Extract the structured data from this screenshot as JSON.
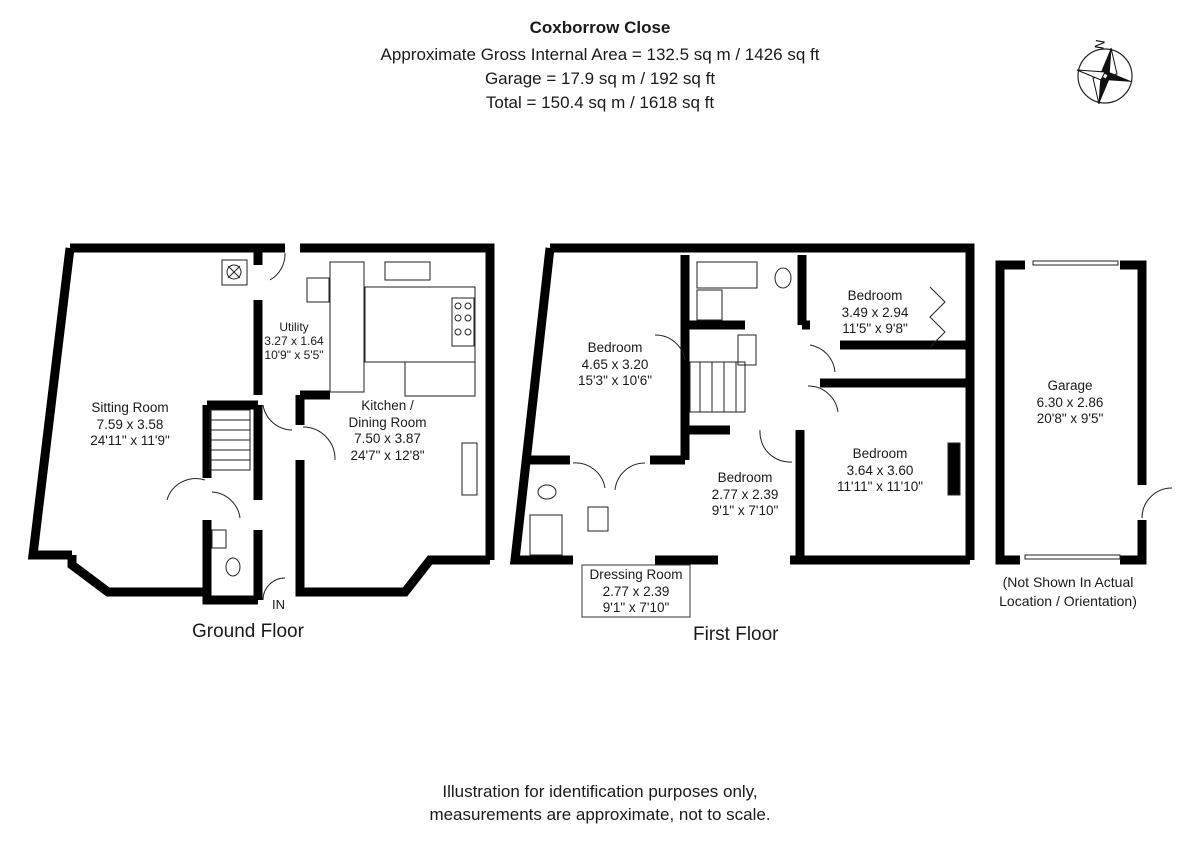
{
  "header": {
    "title": "Coxborrow Close",
    "line1": "Approximate Gross Internal Area = 132.5 sq m / 1426 sq ft",
    "line2": "Garage = 17.9 sq m / 192 sq ft",
    "line3": "Total = 150.4 sq m / 1618 sq ft"
  },
  "compass": {
    "label": "N"
  },
  "ground_floor": {
    "label": "Ground Floor",
    "entrance": "IN",
    "rooms": [
      {
        "name": "Sitting Room",
        "metric": "7.59 x 3.58",
        "imperial": "24'11\" x 11'9\""
      },
      {
        "name": "Utility",
        "metric": "3.27 x 1.64",
        "imperial": "10'9\" x 5'5\""
      },
      {
        "name": "Kitchen /",
        "name2": "Dining Room",
        "metric": "7.50 x 3.87",
        "imperial": "24'7\" x 12'8\""
      }
    ]
  },
  "first_floor": {
    "label": "First Floor",
    "rooms": [
      {
        "name": "Bedroom",
        "metric": "4.65 x 3.20",
        "imperial": "15'3\" x 10'6\""
      },
      {
        "name": "Bedroom",
        "metric": "3.49 x 2.94",
        "imperial": "11'5\" x 9'8\""
      },
      {
        "name": "Bedroom",
        "metric": "2.77 x 2.39",
        "imperial": "9'1\" x 7'10\""
      },
      {
        "name": "Bedroom",
        "metric": "3.64 x 3.60",
        "imperial": "11'11\" x 11'10\""
      },
      {
        "name": "Dressing Room",
        "metric": "2.77 x 2.39",
        "imperial": "9'1\" x 7'10\""
      }
    ]
  },
  "garage": {
    "name": "Garage",
    "metric": "6.30 x 2.86",
    "imperial": "20'8\" x 9'5\"",
    "note1": "(Not Shown In Actual",
    "note2": "Location / Orientation)"
  },
  "footer": {
    "line1": "Illustration for identification purposes only,",
    "line2": "measurements are approximate, not to scale."
  }
}
